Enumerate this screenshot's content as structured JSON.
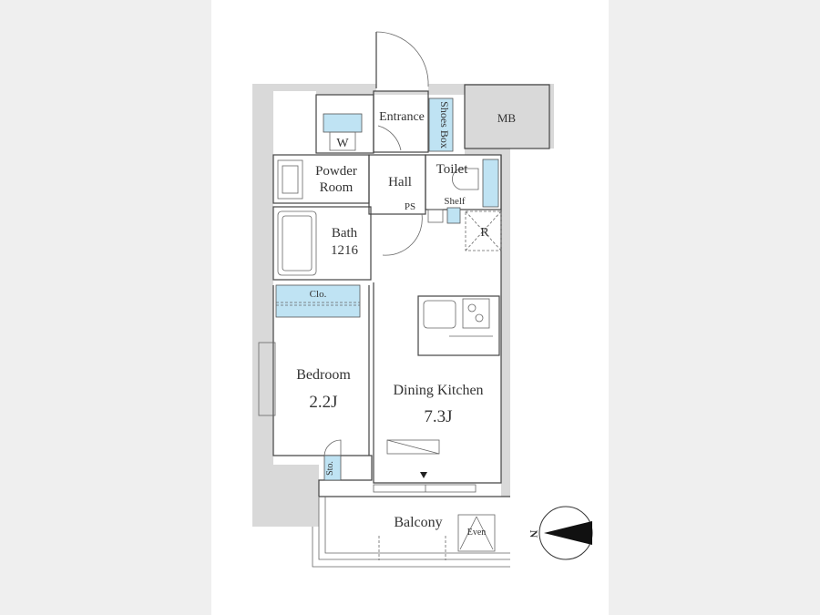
{
  "floor_plan": {
    "rooms": {
      "entrance": "Entrance",
      "shoes_box": "Shoes Box",
      "mb": "MB",
      "washer": "W",
      "powder_room_line1": "Powder",
      "powder_room_line2": "Room",
      "hall": "Hall",
      "toilet": "Toilet",
      "ps": "PS",
      "shelf": "Shelf",
      "refrigerator": "R",
      "bath": "Bath",
      "bath_size": "1216",
      "closet": "Clo.",
      "bedroom": "Bedroom",
      "bedroom_size": "2.2J",
      "dining_kitchen": "Dining Kitchen",
      "dining_kitchen_size": "7.3J",
      "storage": "Sto.",
      "balcony": "Balcony",
      "even": "Even"
    },
    "compass": {
      "north_label": "N"
    },
    "colors": {
      "fixture_blue": "#bfe3f3",
      "wall_gray": "#d9d9d9",
      "side_panel": "#efefef"
    }
  }
}
